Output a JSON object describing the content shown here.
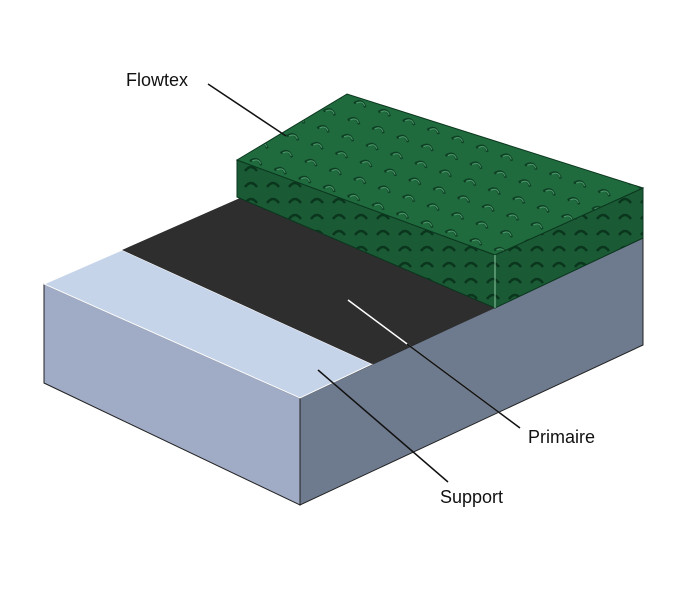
{
  "labels": {
    "flowtex": "Flowtex",
    "primaire": "Primaire",
    "support": "Support"
  },
  "colors": {
    "support_top": "#c6d4ea",
    "support_left": "#a0abc6",
    "support_right": "#6e7a8e",
    "primer": "#2e2e2e",
    "flowtex_top": "#1f6b3e",
    "flowtex_side": "#1a5a34"
  }
}
